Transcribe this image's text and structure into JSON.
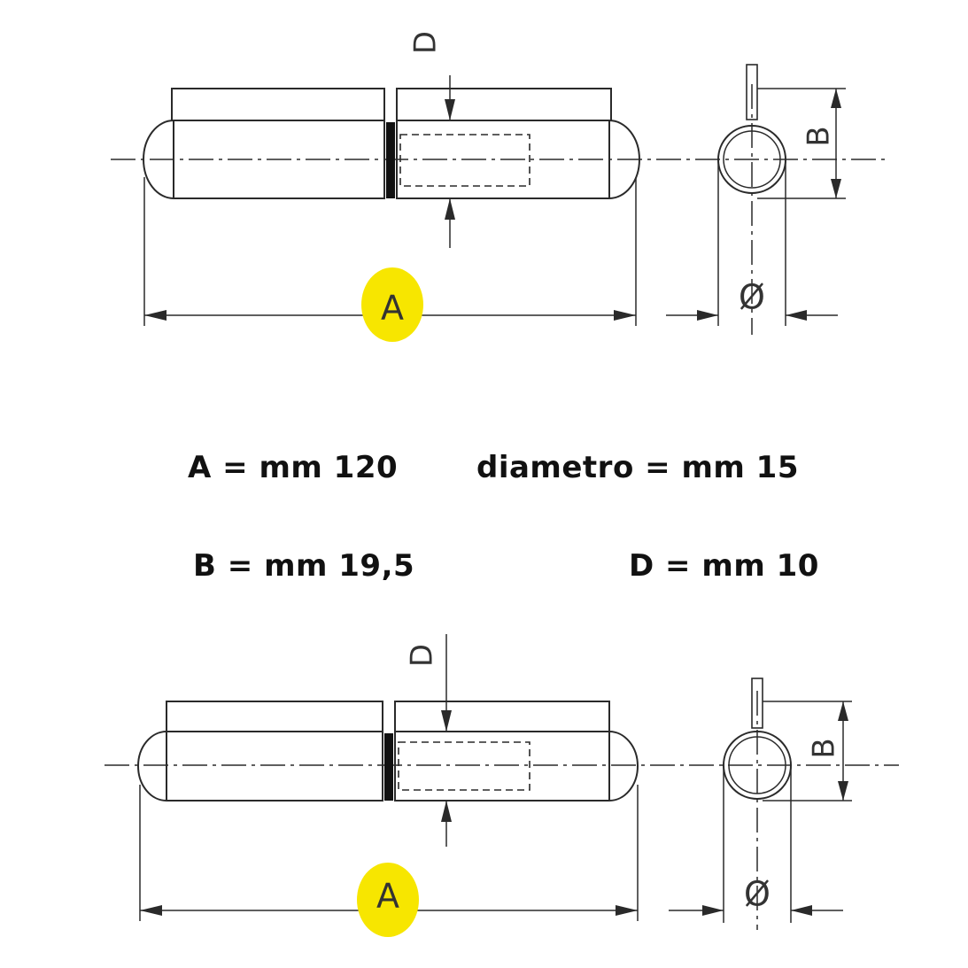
{
  "labels": {
    "dim_a": "A",
    "dim_b": "B",
    "dim_d": "D",
    "dim_diameter": "Ø"
  },
  "specs": {
    "a": "A = mm 120",
    "diameter": "diametro = mm 15",
    "b": "B = mm 19,5",
    "d": "D = mm 10"
  },
  "colors": {
    "line": "#2a2a2a",
    "highlight": "#f7e600",
    "gasket": "#111111"
  }
}
